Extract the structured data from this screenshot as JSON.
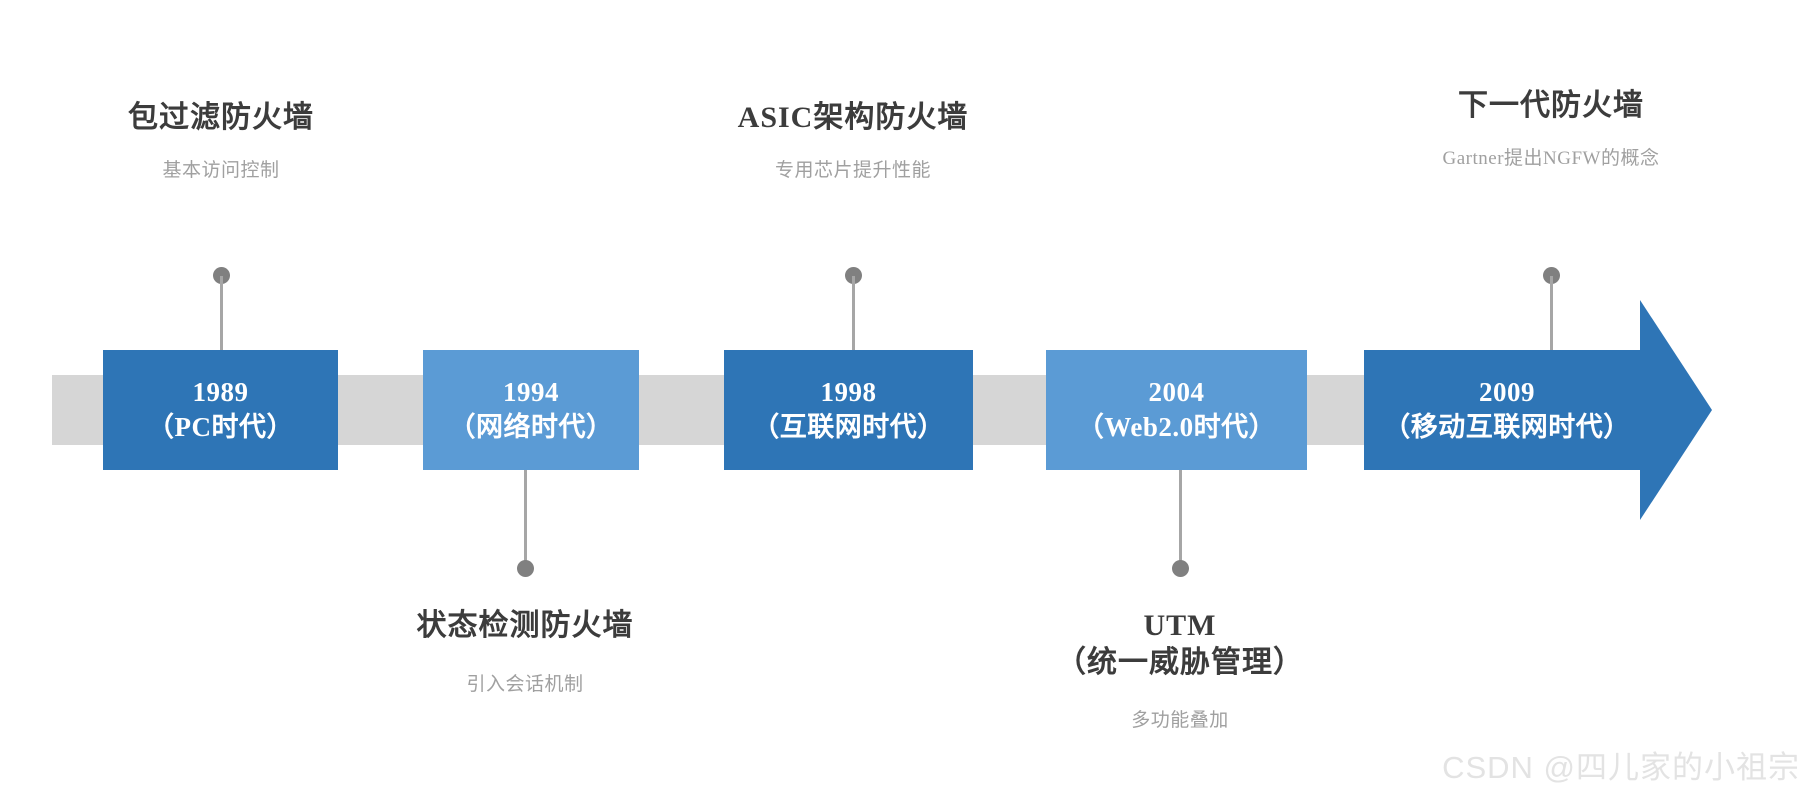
{
  "colors": {
    "bar": "#d6d6d6",
    "dark_blue": "#2e75b6",
    "light_blue": "#5b9bd5",
    "connector": "#a6a6a6",
    "dot": "#808080",
    "title_text": "#3c3c3c",
    "subtitle_text": "#a0a0a0",
    "box_text": "#ffffff",
    "watermark": "#e3e3e3"
  },
  "chart_data": {
    "type": "timeline",
    "title": "",
    "milestones": [
      {
        "year": "1989",
        "era": "（PC时代）",
        "generation": "包过滤防火墙",
        "description": "基本访问控制",
        "label_position": "above",
        "box_color": "#2e75b6"
      },
      {
        "year": "1994",
        "era": "（网络时代）",
        "generation": "状态检测防火墙",
        "description": "引入会话机制",
        "label_position": "below",
        "box_color": "#5b9bd5"
      },
      {
        "year": "1998",
        "era": "（互联网时代）",
        "generation": "ASIC架构防火墙",
        "description": "专用芯片提升性能",
        "label_position": "above",
        "box_color": "#2e75b6"
      },
      {
        "year": "2004",
        "era": "（Web2.0时代）",
        "generation": "UTM\n（统一威胁管理）",
        "generation_line1": "UTM",
        "generation_line2": "（统一威胁管理）",
        "description": "多功能叠加",
        "label_position": "below",
        "box_color": "#5b9bd5"
      },
      {
        "year": "2009",
        "era": "（移动互联网时代）",
        "generation": "下一代防火墙",
        "description": "Gartner提出NGFW的概念",
        "label_position": "above",
        "box_color": "#2e75b6"
      }
    ]
  },
  "watermark": {
    "text": "CSDN @四儿家的小祖宗"
  }
}
